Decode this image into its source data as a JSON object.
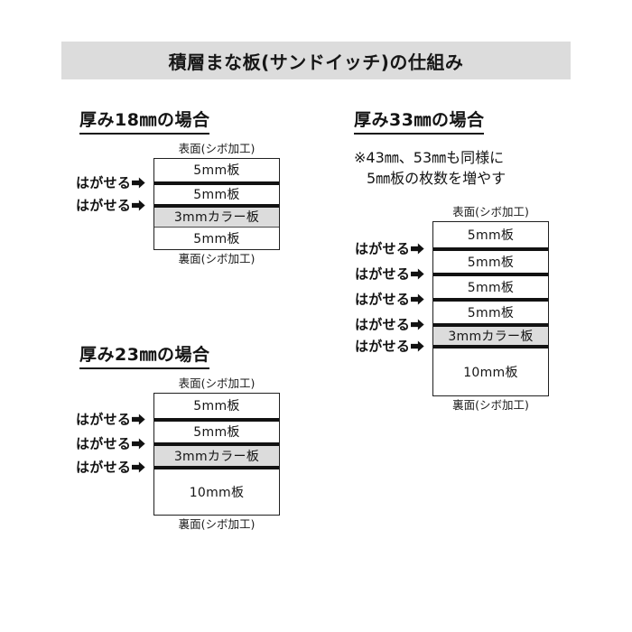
{
  "page": {
    "background_color": "#ffffff",
    "band_color": "#dcdcdc",
    "line_color": "#121212"
  },
  "title": {
    "text": "積層まな板(サンドイッチ)の仕組み"
  },
  "labels": {
    "top_face": "表面(シボ加工)",
    "bottom_face": "裏面(シボ加工)",
    "peel": "はがせる",
    "peel_arrow_icon": "arrow-right-icon"
  },
  "sections": [
    {
      "id": "t18",
      "heading": "厚み18㎜の場合",
      "note": null,
      "top_face": "表面(シボ加工)",
      "bottom_face": "裏面(シボ加工)",
      "layers": [
        {
          "label": "5mm板",
          "thickness_mm": 5,
          "color_band": false,
          "peelable_above": false
        },
        {
          "label": "5mm板",
          "thickness_mm": 5,
          "color_band": false,
          "peelable_above": true
        },
        {
          "label": "3mmカラー板",
          "thickness_mm": 3,
          "color_band": true,
          "peelable_above": true
        },
        {
          "label": "5mm板",
          "thickness_mm": 5,
          "color_band": false,
          "peelable_above": false
        }
      ]
    },
    {
      "id": "t23",
      "heading": "厚み23㎜の場合",
      "note": null,
      "top_face": "表面(シボ加工)",
      "bottom_face": "裏面(シボ加工)",
      "layers": [
        {
          "label": "5mm板",
          "thickness_mm": 5,
          "color_band": false,
          "peelable_above": false
        },
        {
          "label": "5mm板",
          "thickness_mm": 5,
          "color_band": false,
          "peelable_above": true
        },
        {
          "label": "3mmカラー板",
          "thickness_mm": 3,
          "color_band": true,
          "peelable_above": true
        },
        {
          "label": "10mm板",
          "thickness_mm": 10,
          "color_band": false,
          "peelable_above": true
        }
      ]
    },
    {
      "id": "t33",
      "heading": "厚み33㎜の場合",
      "note_line1": "※43㎜、53㎜も同様に",
      "note_line2": "5㎜板の枚数を増やす",
      "top_face": "表面(シボ加工)",
      "bottom_face": "裏面(シボ加工)",
      "layers": [
        {
          "label": "5mm板",
          "thickness_mm": 5,
          "color_band": false,
          "peelable_above": false
        },
        {
          "label": "5mm板",
          "thickness_mm": 5,
          "color_band": false,
          "peelable_above": true
        },
        {
          "label": "5mm板",
          "thickness_mm": 5,
          "color_band": false,
          "peelable_above": true
        },
        {
          "label": "5mm板",
          "thickness_mm": 5,
          "color_band": false,
          "peelable_above": true
        },
        {
          "label": "3mmカラー板",
          "thickness_mm": 3,
          "color_band": true,
          "peelable_above": true
        },
        {
          "label": "10mm板",
          "thickness_mm": 10,
          "color_band": false,
          "peelable_above": true
        }
      ]
    }
  ]
}
